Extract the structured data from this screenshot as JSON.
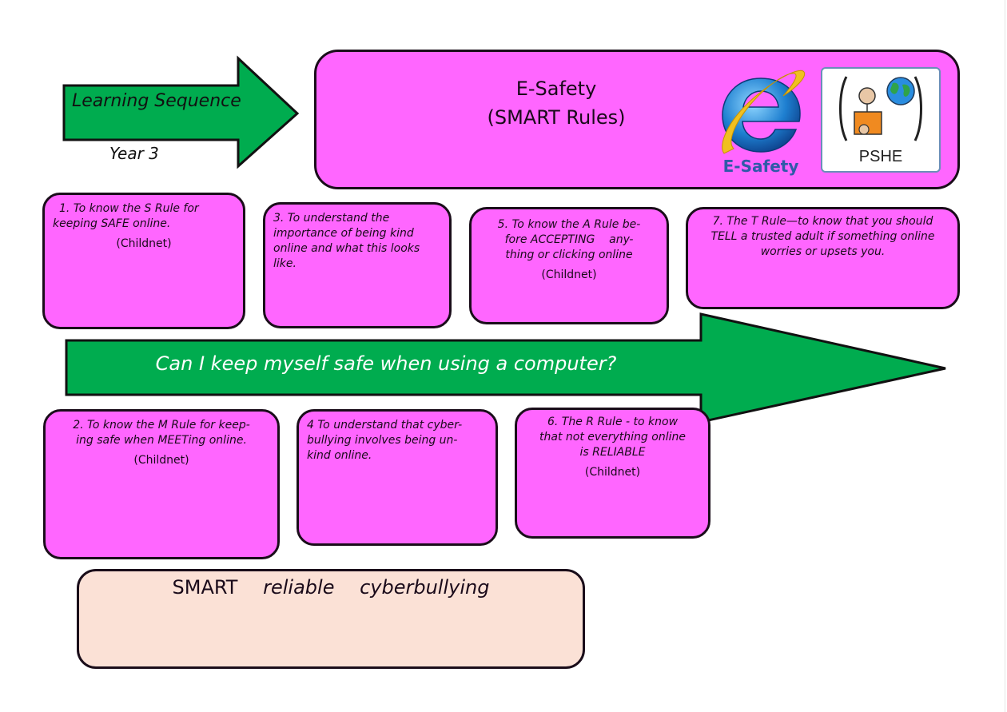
{
  "header": {
    "arrow_label": "Learning Sequence",
    "year": "Year 3",
    "title_line1": "E-Safety",
    "title_line2": "(SMART Rules)",
    "esafety_logo_text": "E-Safety",
    "esafety_logo_icon": "internet-explorer-e-icon",
    "pshe_label": "PSHE",
    "pshe_icon": "person-with-globe-icon"
  },
  "question": "Can I keep myself safe when using a computer?",
  "colors": {
    "card_pink": "#ff66ff",
    "arrow_green": "#00ac4f",
    "vocab_peach": "#fbe1d6",
    "outline": "#1a0d1a"
  },
  "cards": [
    {
      "id": 1,
      "lines": [
        "1. To know the S Rule for",
        "keeping SAFE online."
      ],
      "source": "(Childnet)"
    },
    {
      "id": 2,
      "lines": [
        "2. To know the M Rule for keep-",
        "ing safe when MEETing online."
      ],
      "source": "(Childnet)"
    },
    {
      "id": 3,
      "lines": [
        "3. To understand the",
        "importance of being kind",
        "online and what this looks",
        "like."
      ],
      "source": ""
    },
    {
      "id": 4,
      "lines": [
        "4 To understand that cyber-",
        "bullying involves being un-",
        "kind online."
      ],
      "source": ""
    },
    {
      "id": 5,
      "lines": [
        "5. To know the A Rule be-",
        "fore ACCEPTING    any-",
        "thing or clicking online"
      ],
      "source": "(Childnet)"
    },
    {
      "id": 6,
      "lines": [
        "6. The R Rule - to know",
        "that not everything online",
        "is RELIABLE"
      ],
      "source": "(Childnet)"
    },
    {
      "id": 7,
      "lines": [
        "7. The T Rule—to know that you should",
        "TELL a trusted adult if something online",
        "worries or upsets you."
      ],
      "source": ""
    }
  ],
  "vocabulary": [
    "SMART",
    "reliable",
    "cyberbullying"
  ]
}
